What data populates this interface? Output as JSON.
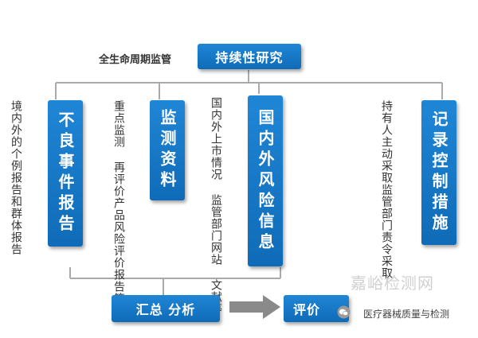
{
  "diagram": {
    "top_label": "全生命周期监管",
    "top_box": "持续性研究",
    "nodes": [
      {
        "id": "adverse",
        "box": "不良事件报告",
        "note": [
          "境内外的个",
          "例报告和群",
          "体报告"
        ]
      },
      {
        "id": "monitor",
        "box": "监测资料",
        "note": [
          "重点监测 再评价",
          "产品风险评价报告等"
        ]
      },
      {
        "id": "risk",
        "box": "国内外风险信息",
        "note": [
          "国内外上市情况 监管部门",
          "网站 文献等"
        ]
      },
      {
        "id": "control",
        "box": "记录控制措施",
        "note": [
          "持有人主动采取",
          "监管部门责令采取"
        ]
      }
    ],
    "summary_box": "汇总 分析",
    "eval_box": "评价"
  },
  "watermark": {
    "main": "嘉峪检测网",
    "sub": "医疗器械质量与检测",
    "icon": "wechat-icon"
  },
  "colors": {
    "box": "#1f86d6",
    "line": "#aaaaaa",
    "arrow": "#8a8a8a"
  }
}
